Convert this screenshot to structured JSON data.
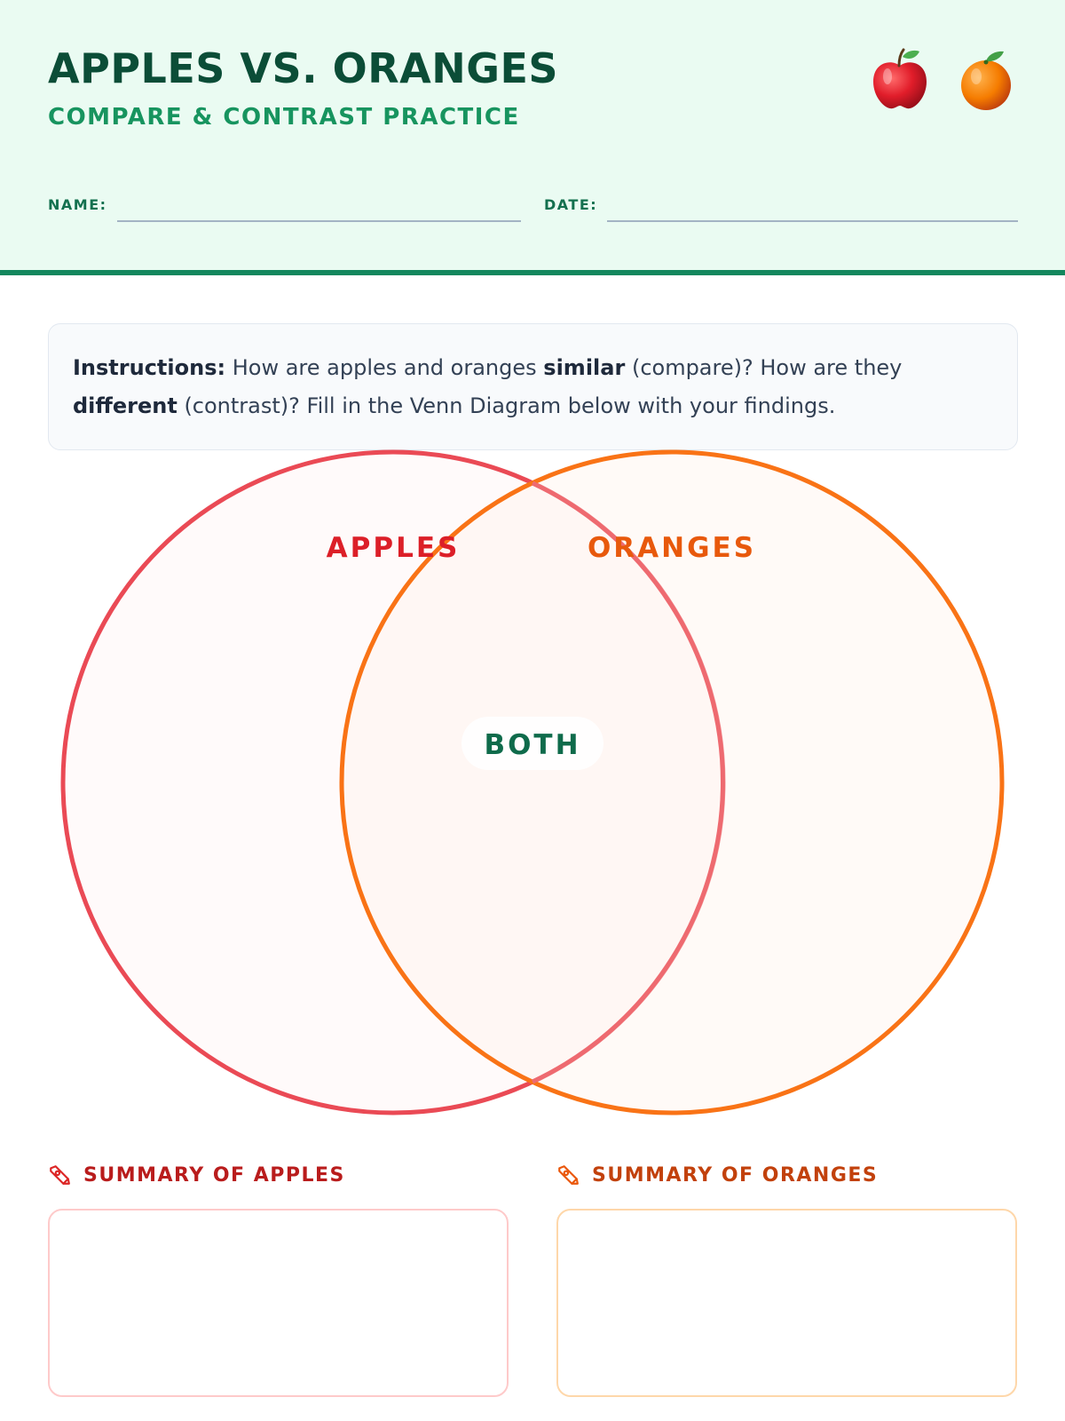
{
  "header": {
    "title": "APPLES VS. ORANGES",
    "subtitle": "COMPARE & CONTRAST PRACTICE",
    "icons": [
      "apple-icon",
      "orange-icon"
    ],
    "name_label": "NAME:",
    "date_label": "DATE:",
    "name_value": "",
    "date_value": ""
  },
  "instructions": {
    "label": "Instructions:",
    "text_1": "How are apples and oranges",
    "bold_1": "similar",
    "text_2": "(compare)? How are they",
    "bold_2": "different",
    "text_3": "(contrast)? Fill in the Venn Diagram below with your findings."
  },
  "venn": {
    "left_label": "APPLES",
    "right_label": "ORANGES",
    "center_label": "BOTH"
  },
  "summaries": {
    "apples_heading": "SUMMARY OF APPLES",
    "oranges_heading": "SUMMARY OF ORANGES",
    "apples_text": "",
    "oranges_text": ""
  },
  "colors": {
    "header_bg": "#eafbf2",
    "accent_green": "#13875d",
    "apple_red": "#ea4a55",
    "orange": "#f97316"
  }
}
